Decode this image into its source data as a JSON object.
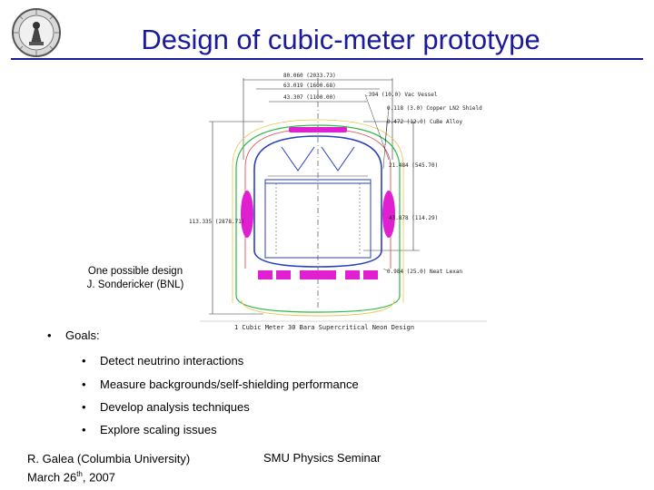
{
  "slide": {
    "title": "Design of cubic-meter prototype",
    "logo_icon": "university-seal-icon",
    "colors": {
      "title": "#1a1a9a",
      "rule": "#1a1a9a"
    }
  },
  "drawing": {
    "dimensions": {
      "d1": "80.060 (2033.73)",
      "d2": "63.019 (1600.68)",
      "d3": "43.307 (1100.00)",
      "height": "113.335 (2878.71)",
      "d5": "21.484 (545.70)",
      "d6": "43.878 (114.29)"
    },
    "callouts": {
      "c1": ".394 (10.0) Vac Vessel",
      "c2": "0.118 (3.0) Copper LN2 Shield",
      "c3": "0.472 (12.0) CuBe Alloy",
      "c4": "0.984 (25.0) Neat Lexan"
    },
    "caption_title": "1 Cubic Meter 30 Bara Supercritical Neon Design",
    "note_line1": "One possible design",
    "note_line2": "J. Sondericker (BNL)"
  },
  "goals": {
    "heading": "Goals:",
    "items": [
      "Detect neutrino interactions",
      "Measure backgrounds/self-shielding performance",
      "Develop analysis techniques",
      "Explore scaling issues"
    ]
  },
  "footer": {
    "author": "R. Galea (Columbia University)",
    "date_prefix": "March 26",
    "date_sup": "th",
    "date_suffix": ", 2007",
    "seminar": "SMU Physics Seminar"
  }
}
